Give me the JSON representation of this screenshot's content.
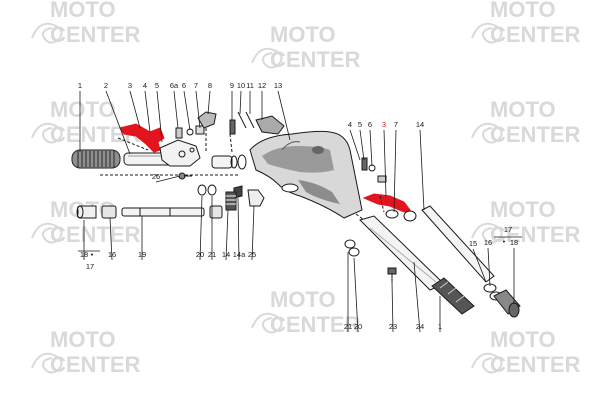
{
  "watermark": {
    "line1": "MOTO",
    "line2": "CENTER"
  },
  "colors": {
    "line": "#1a1a1a",
    "highlight": "#e3141e",
    "watermark": "#d9d9d9",
    "background": "#ffffff"
  },
  "part_labels": {
    "upper": [
      "1",
      "2",
      "3",
      "4",
      "5",
      "6a",
      "6",
      "7",
      "8",
      "9",
      "10",
      "11",
      "12",
      "13"
    ],
    "left_mid": "26",
    "left_lower": [
      "18",
      "17",
      "16",
      "19",
      "20",
      "21",
      "14",
      "14a",
      "25"
    ],
    "right_upper": [
      "4",
      "5",
      "6",
      "3",
      "7",
      "14"
    ],
    "right_lower": [
      "15",
      "16",
      "17",
      "18",
      "21",
      "20",
      "23",
      "24",
      "1"
    ],
    "highlighted": "3"
  }
}
